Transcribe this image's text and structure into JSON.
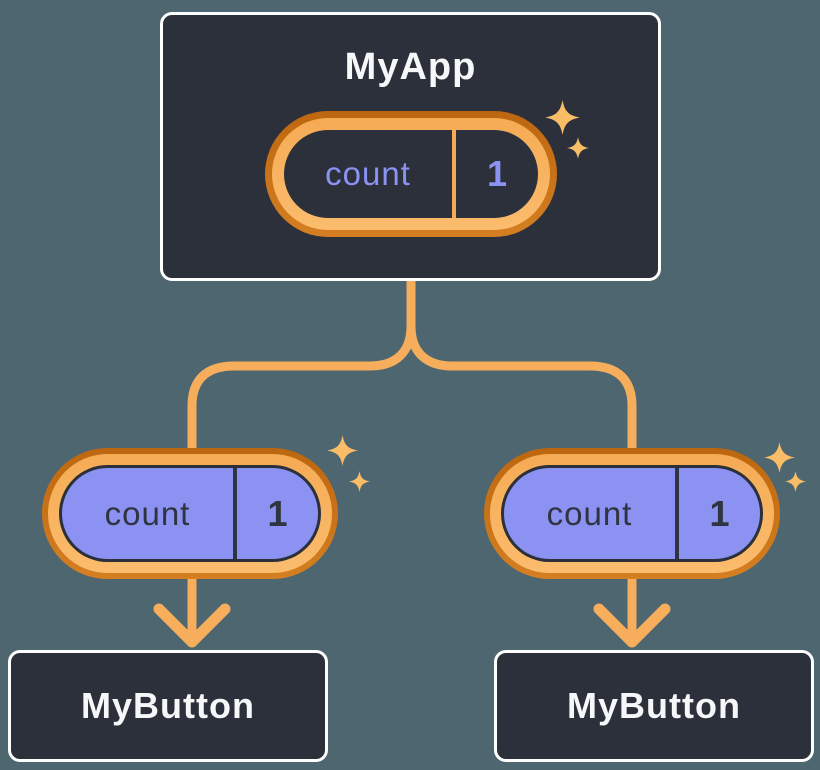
{
  "diagram": {
    "description": "component tree with shared state",
    "root": {
      "title": "MyApp",
      "state": {
        "name": "count",
        "value": "1"
      }
    },
    "children": [
      {
        "title": "MyButton",
        "prop": {
          "name": "count",
          "value": "1"
        }
      },
      {
        "title": "MyButton",
        "prop": {
          "name": "count",
          "value": "1"
        }
      }
    ],
    "colors": {
      "background": "#4D6670",
      "box_fill": "#2B303B",
      "box_border": "#FFFFFF",
      "ring_outer_top": "#BC660F",
      "ring_outer_bottom": "#D57F22",
      "ring_inner_top": "#F5AB54",
      "ring_inner_bottom": "#FBBC6D",
      "connector": "#F6AE5C",
      "sparkle": "#F9BD68",
      "purple": "#8B92F2",
      "text_light": "#F6F7F9",
      "text_dark": "#2F3440"
    }
  }
}
